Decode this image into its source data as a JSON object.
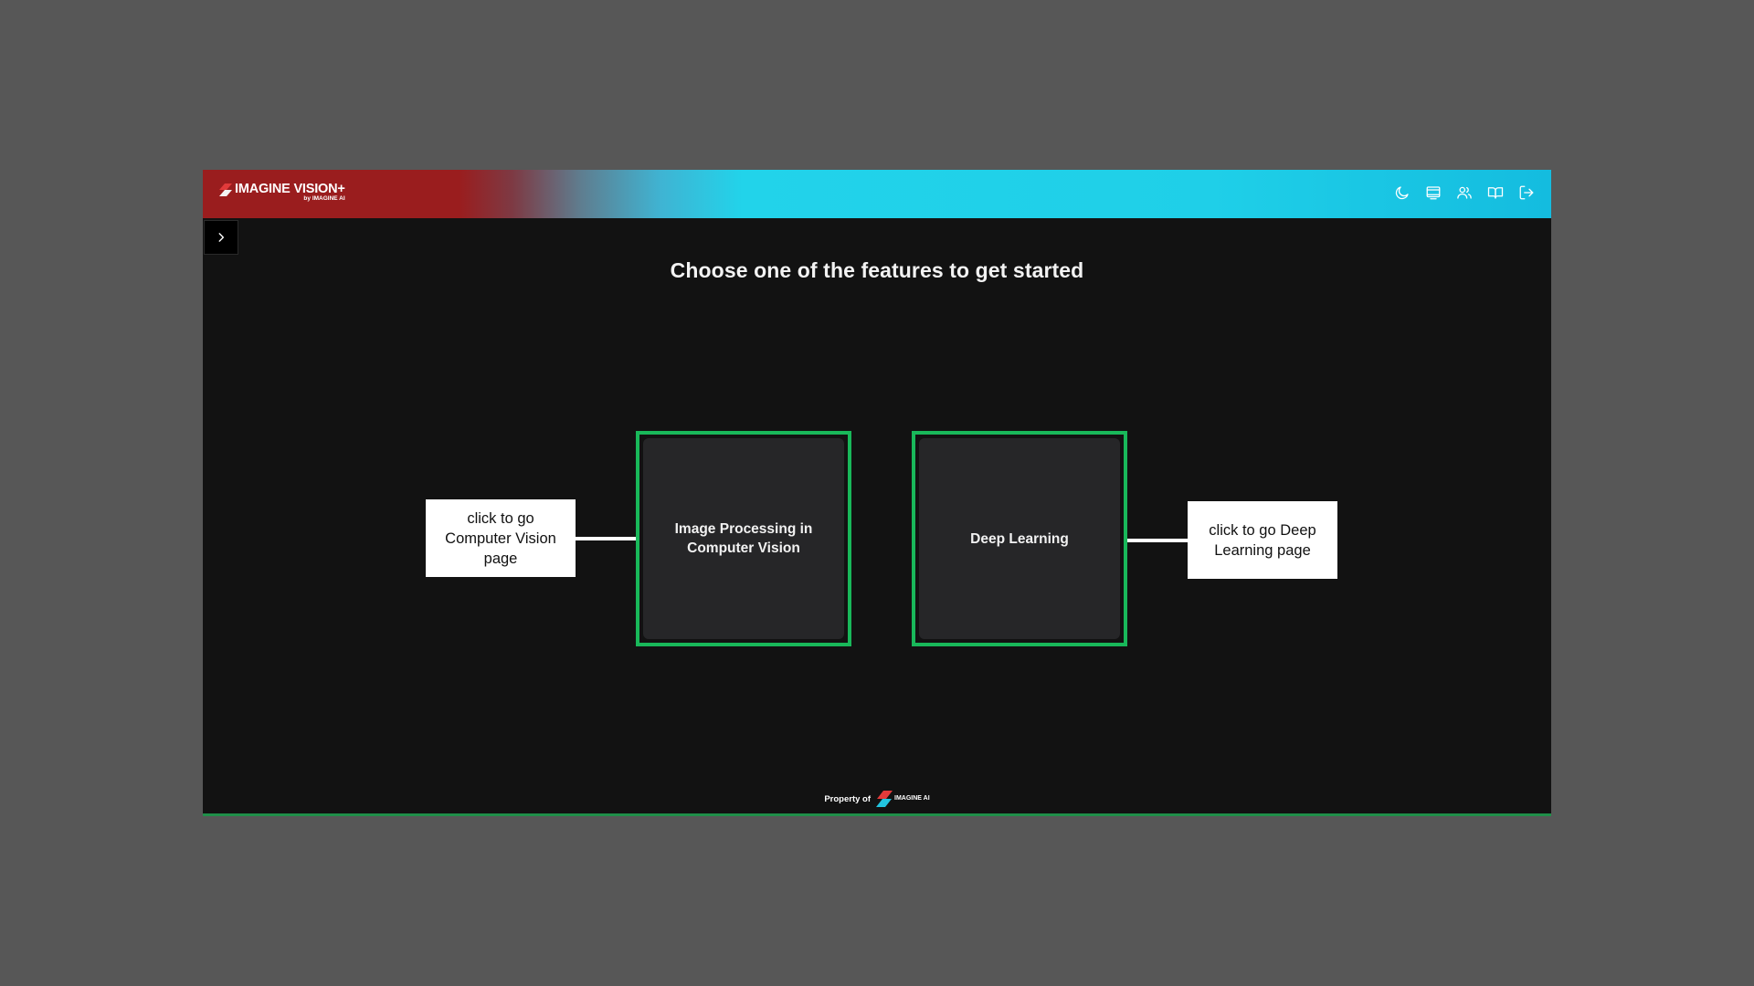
{
  "header": {
    "brand_name": "IMAGINE VISION+",
    "brand_sub": "by IMAGINE AI",
    "icons": [
      "moon-icon",
      "window-icon",
      "users-icon",
      "book-open-icon",
      "logout-icon"
    ]
  },
  "main": {
    "title": "Choose one of the features to get started",
    "features": [
      {
        "label": "Image Processing in Computer Vision"
      },
      {
        "label": "Deep Learning"
      }
    ]
  },
  "annotations": {
    "left": "click to go Computer Vision page",
    "right": "click to go Deep Learning page"
  },
  "footer": {
    "text": "Property of",
    "logo_text": "IMAGINE AI"
  },
  "colors": {
    "page_bg": "#575757",
    "app_bg": "#121212",
    "header_red": "#9a1d1e",
    "header_cyan": "#22d3ea",
    "card_border": "#19b85a",
    "card_bg": "#262628"
  }
}
